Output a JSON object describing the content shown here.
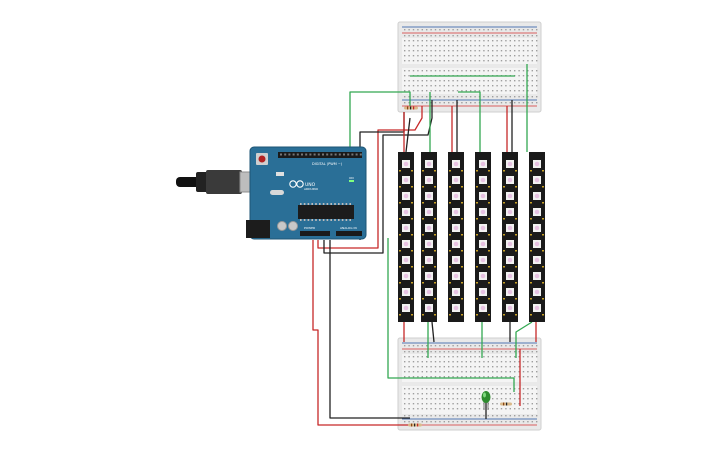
{
  "arduino": {
    "logo_text": "ARDUINO",
    "model_text": "UNO",
    "digital_label": "DIGITAL (PWM ~)",
    "power_label": "POWER",
    "analog_label": "ANALOG IN",
    "on_label": "ON"
  },
  "colors": {
    "breadboard": "#e9e9e9",
    "rail_red": "#d32f2f",
    "rail_blue": "#1e4fa0",
    "wire_red": "#c62828",
    "wire_black": "#222222",
    "wire_green": "#33a852",
    "arduino_blue": "#2a6f97",
    "led_strip": "#1a1a1a",
    "pixel": "#e7c2e3"
  },
  "components": {
    "breadboards": 2,
    "led_strips": 6,
    "pixels_per_strip": 10,
    "resistors": 3,
    "led_color": "green"
  }
}
